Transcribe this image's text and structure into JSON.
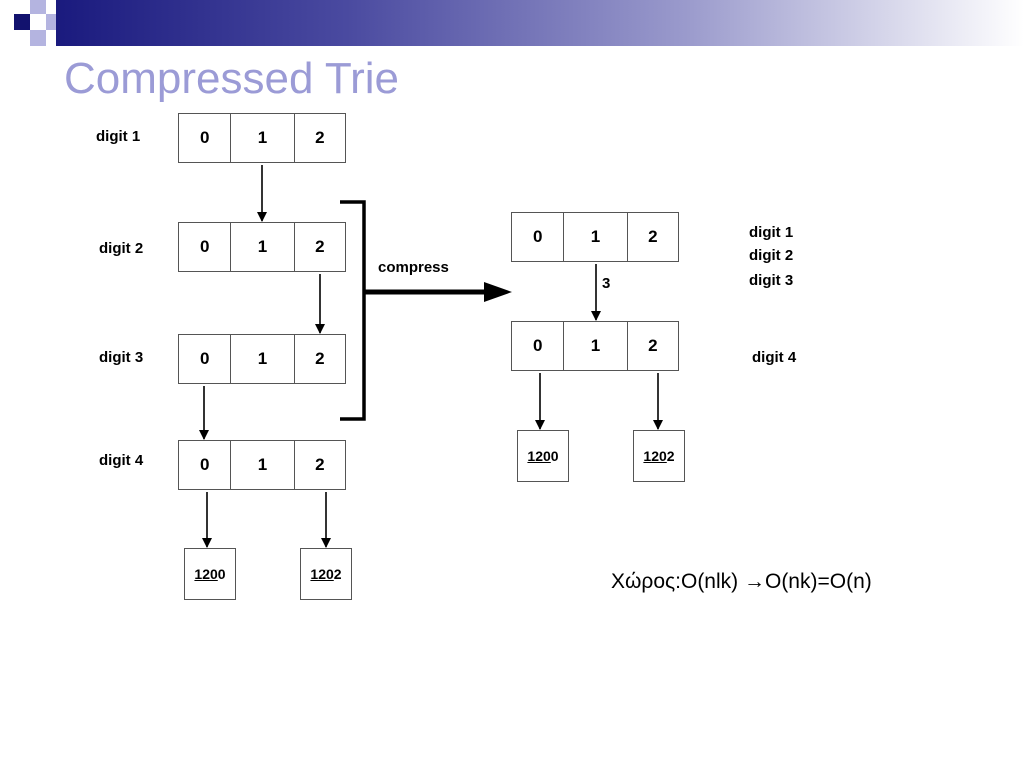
{
  "title": "Compressed Trie",
  "uncompressed": {
    "levels": [
      {
        "label": "digit 1",
        "cells": [
          "0",
          "1",
          "2"
        ]
      },
      {
        "label": "digit 2",
        "cells": [
          "0",
          "1",
          "2"
        ]
      },
      {
        "label": "digit 3",
        "cells": [
          "0",
          "1",
          "2"
        ]
      },
      {
        "label": "digit 4",
        "cells": [
          "0",
          "1",
          "2"
        ]
      }
    ],
    "leaves": [
      {
        "underlined": "120",
        "rest": "0"
      },
      {
        "underlined": "120",
        "rest": "2"
      }
    ]
  },
  "compress_label": "compress",
  "compressed": {
    "top_cells": [
      "0",
      "1",
      "2"
    ],
    "bottom_cells": [
      "0",
      "1",
      "2"
    ],
    "edge_label": "3",
    "right_labels": [
      "digit 1",
      "digit 2",
      "digit 3",
      "digit 4"
    ],
    "leaves": [
      {
        "underlined": "120",
        "rest": "0"
      },
      {
        "underlined": "120",
        "rest": "2"
      }
    ]
  },
  "space_text": "Χώρος:O(nlk) →O(nk)=O(n)"
}
